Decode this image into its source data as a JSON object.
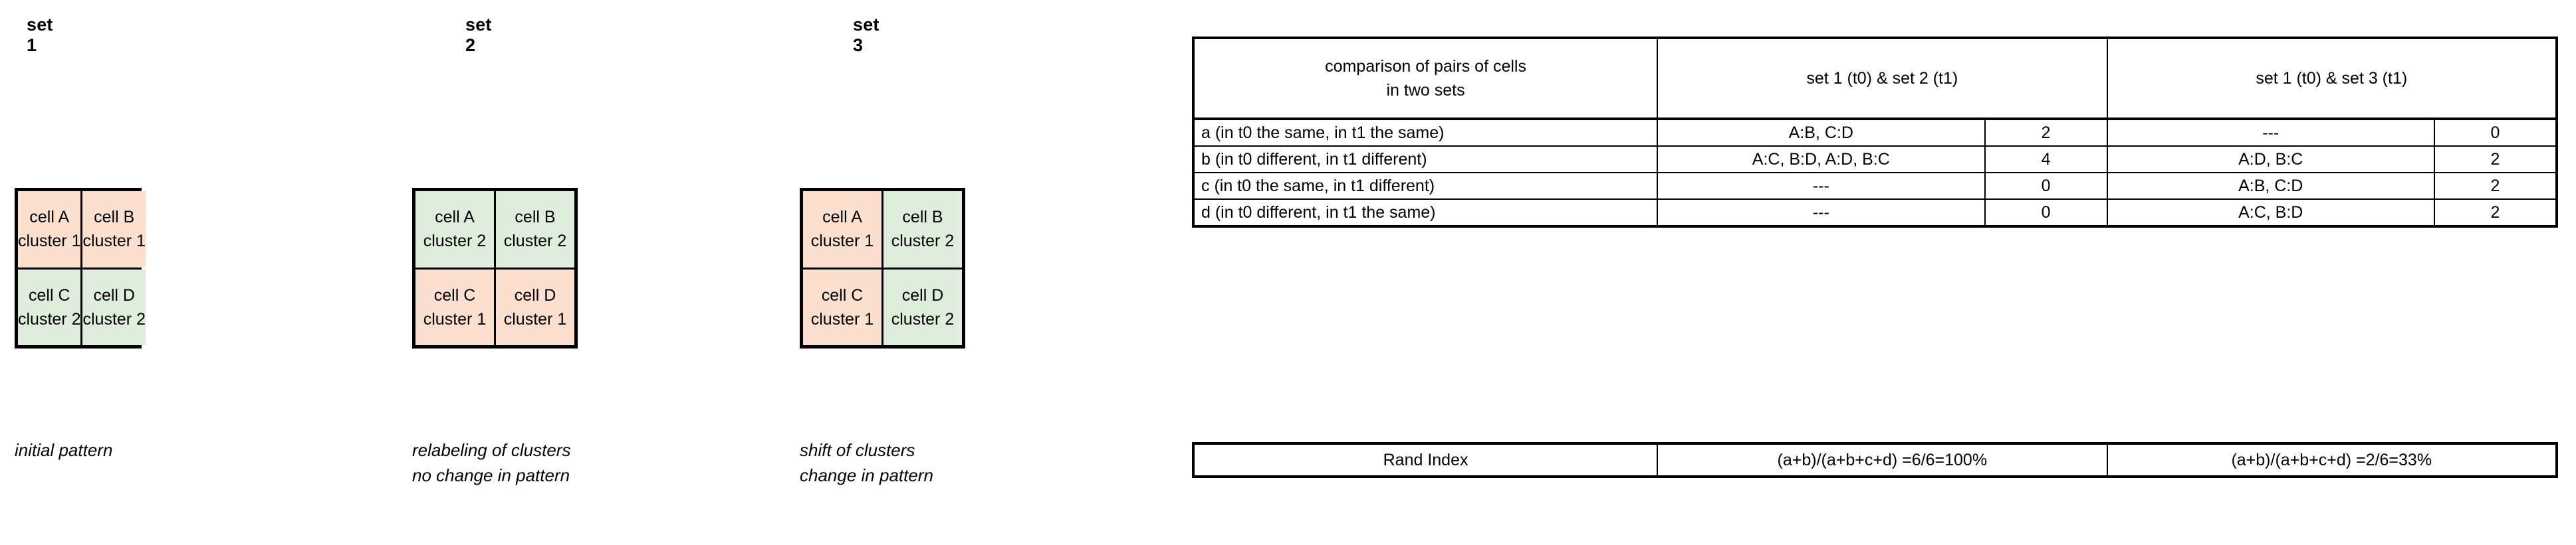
{
  "sets": [
    {
      "title": "set 1",
      "caption_line1": "initial pattern",
      "caption_line2": "",
      "cells": [
        {
          "name": "cell A",
          "cluster": "cluster 1",
          "color": "orange"
        },
        {
          "name": "cell B",
          "cluster": "cluster 1",
          "color": "orange"
        },
        {
          "name": "cell C",
          "cluster": "cluster 2",
          "color": "green"
        },
        {
          "name": "cell D",
          "cluster": "cluster 2",
          "color": "green"
        }
      ]
    },
    {
      "title": "set 2",
      "caption_line1": "relabeling of clusters",
      "caption_line2": "no change in pattern",
      "cells": [
        {
          "name": "cell A",
          "cluster": "cluster 2",
          "color": "green"
        },
        {
          "name": "cell B",
          "cluster": "cluster 2",
          "color": "green"
        },
        {
          "name": "cell C",
          "cluster": "cluster 1",
          "color": "orange"
        },
        {
          "name": "cell D",
          "cluster": "cluster 1",
          "color": "orange"
        }
      ]
    },
    {
      "title": "set 3",
      "caption_line1": "shift of clusters",
      "caption_line2": "change in pattern",
      "cells": [
        {
          "name": "cell A",
          "cluster": "cluster 1",
          "color": "orange"
        },
        {
          "name": "cell B",
          "cluster": "cluster 2",
          "color": "green"
        },
        {
          "name": "cell C",
          "cluster": "cluster 1",
          "color": "orange"
        },
        {
          "name": "cell D",
          "cluster": "cluster 2",
          "color": "green"
        }
      ]
    }
  ],
  "comparison_table": {
    "header": {
      "criterion_line1": "comparison of pairs of cells",
      "criterion_line2": "in two sets",
      "col_set1_set2": "set 1 (t0) & set 2 (t1)",
      "col_set1_set3": "set 1 (t0) & set 3 (t1)"
    },
    "rows": [
      {
        "label": "a (in t0 the same, in t1 the same)",
        "s12_pairs": "A:B, C:D",
        "s12_count": "2",
        "s13_pairs": "---",
        "s13_count": "0"
      },
      {
        "label": "b (in t0 different, in t1 different)",
        "s12_pairs": "A:C, B:D, A:D, B:C",
        "s12_count": "4",
        "s13_pairs": "A:D, B:C",
        "s13_count": "2"
      },
      {
        "label": "c (in t0 the same, in t1 different)",
        "s12_pairs": "---",
        "s12_count": "0",
        "s13_pairs": "A:B, C:D",
        "s13_count": "2"
      },
      {
        "label": "d (in t0 different, in t1 the same)",
        "s12_pairs": "---",
        "s12_count": "0",
        "s13_pairs": "A:C, B:D",
        "s13_count": "2"
      }
    ]
  },
  "rand_index": {
    "label": "Rand Index",
    "s12_formula": "(a+b)/(a+b+c+d)",
    "s12_result": "=6/6=100%",
    "s13_formula": "(a+b)/(a+b+c+d)",
    "s13_result": "=2/6=33%"
  },
  "colors": {
    "cluster_orange": "#fce0cf",
    "cluster_green": "#dfeddc",
    "border": "#000000",
    "background": "#ffffff"
  }
}
